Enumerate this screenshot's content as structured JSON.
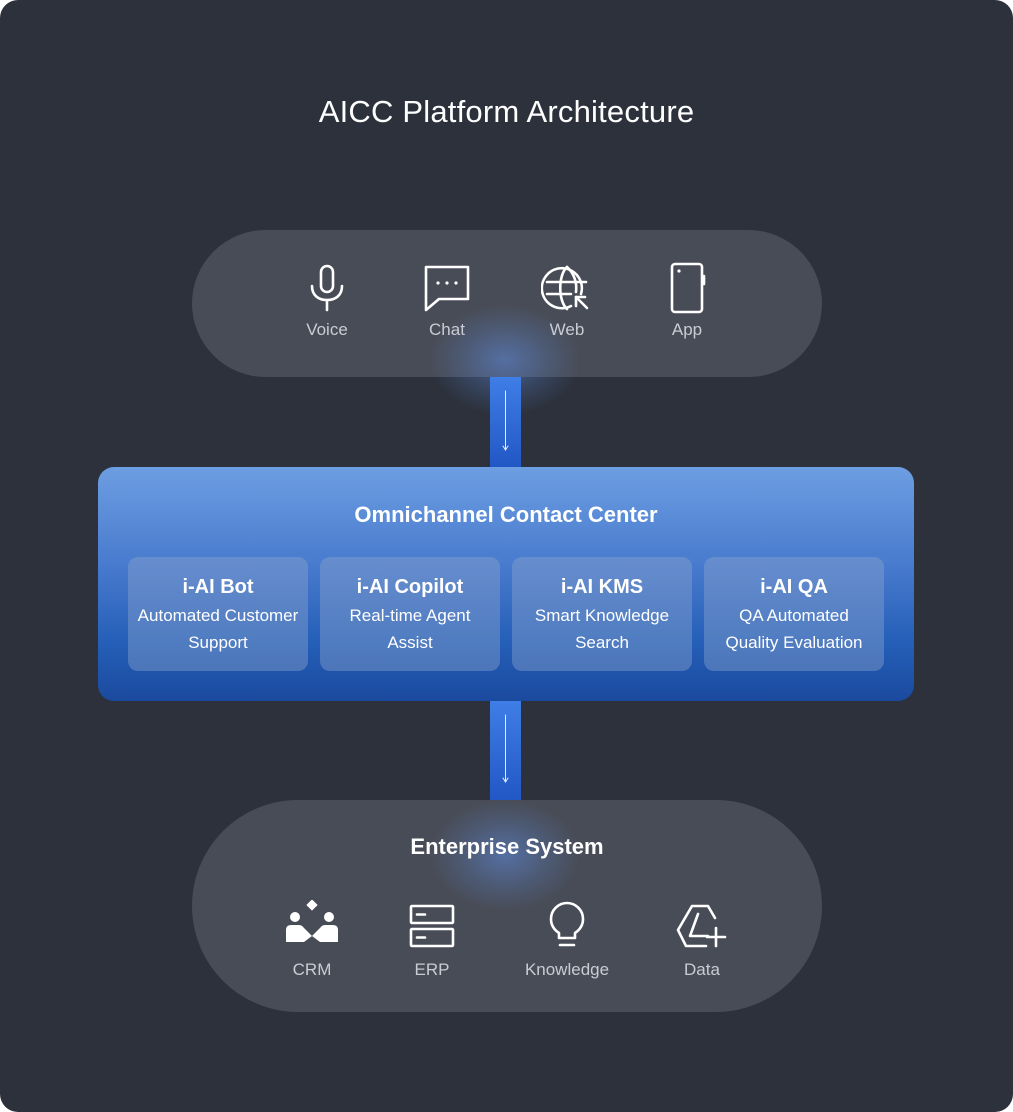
{
  "title": "AICC Platform Architecture",
  "channels": [
    {
      "label": "Voice",
      "icon": "microphone-icon"
    },
    {
      "label": "Chat",
      "icon": "chat-bubble-icon"
    },
    {
      "label": "Web",
      "icon": "globe-cursor-icon"
    },
    {
      "label": "App",
      "icon": "smartphone-icon"
    }
  ],
  "omnichannel": {
    "title": "Omnichannel Contact Center",
    "modules": [
      {
        "title": "i-AI Bot",
        "line1": "Automated Customer",
        "line2": "Support"
      },
      {
        "title": "i-AI Copilot",
        "line1": "Real-time Agent",
        "line2": "Assist"
      },
      {
        "title": "i-AI KMS",
        "line1": "Smart Knowledge",
        "line2": "Search"
      },
      {
        "title": "i-AI QA",
        "line1": "QA Automated",
        "line2": "Quality Evaluation"
      }
    ]
  },
  "enterprise": {
    "title": "Enterprise System",
    "systems": [
      {
        "label": "CRM",
        "icon": "people-handshake-icon"
      },
      {
        "label": "ERP",
        "icon": "server-stack-icon"
      },
      {
        "label": "Knowledge",
        "icon": "lightbulb-icon"
      },
      {
        "label": "Data",
        "icon": "data-add-icon"
      }
    ]
  },
  "colors": {
    "background": "#2c313b",
    "pill": "#484c56",
    "accent_blue": "#3f7ee6",
    "omni_top": "#6d9ee2",
    "omni_bottom": "#1a4a9e",
    "muted_text": "#c9ccd3"
  }
}
